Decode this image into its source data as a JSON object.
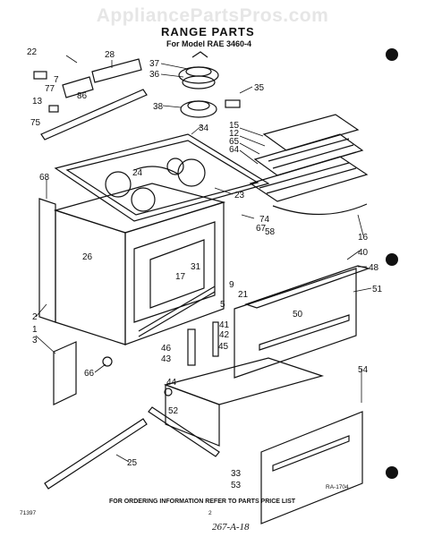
{
  "watermark": "AppliancePartsPros.com",
  "title": "RANGE PARTS",
  "subtitle": "For Model RAE 3460-4",
  "footer_text": "FOR ORDERING INFORMATION REFER TO PARTS PRICE LIST",
  "page_number": "2",
  "figure_code": "RA-1704",
  "doc_code": "71397",
  "handwritten_note": "267-A-18",
  "part_labels": [
    "22",
    "28",
    "7",
    "77",
    "13",
    "86",
    "75",
    "37",
    "36",
    "38",
    "35",
    "34",
    "24",
    "15",
    "12",
    "65",
    "64",
    "68",
    "23",
    "26",
    "74",
    "67",
    "58",
    "16",
    "40",
    "48",
    "9",
    "21",
    "51",
    "31",
    "17",
    "5",
    "50",
    "2",
    "1",
    "3",
    "41",
    "42",
    "46",
    "45",
    "43",
    "44",
    "66",
    "54",
    "52",
    "25",
    "33",
    "53"
  ]
}
